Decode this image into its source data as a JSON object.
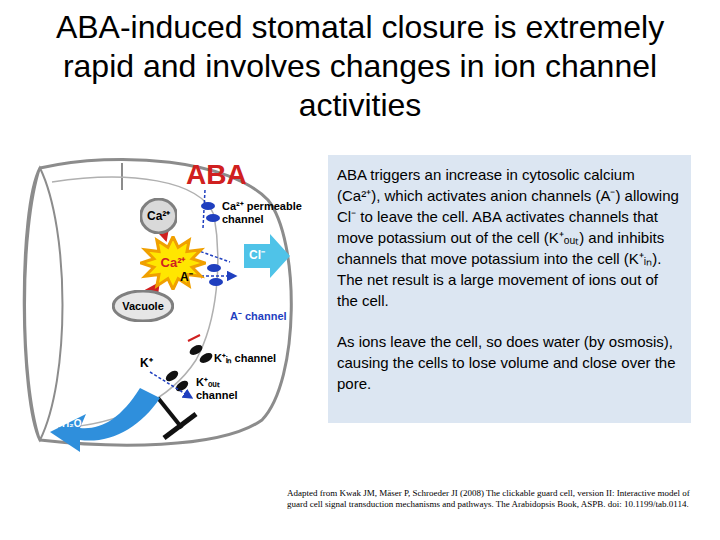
{
  "diagram": {
    "title": "ABA-induced stomatal closure is extremely rapid and involves changes in ion channel activities",
    "caption": "Adapted from Kwak JM, Mäser P, Schroeder JI (2008) The clickable guard cell, version II: Interactive model of guard cell signal transduction mechanisms and pathways. The Arabidopsis Book, ASPB. doi: 10.1199/tab.0114.",
    "nodes": [
      {
        "text": [
          "ABA triggers an increase in cytosolic calcium (Ca²⁺), which activates anion channels (A⁻) allowing Cl⁻ to leave the cell. ABA activates channels that move potassium out of the cell (K⁺ₒᵤₜ) and inhibits channels that move potassium into the cell (K⁺ᵢₙ). The net result is a large movement of ions out of the cell.",
          "As ions leave the cell, so does water (by osmosis), causing the cells to lose volume and close over the pore."
        ]
      },
      {
        "text": [
          "Ca²⁺"
        ]
      },
      {
        "text": [
          "Ca²⁺"
        ]
      },
      {
        "text": [
          "Vacuole"
        ]
      }
    ],
    "edges": [
      {
        "from": 1,
        "to": 2,
        "arrow": "to"
      },
      {
        "from": 3,
        "to": 2,
        "arrow": "to"
      }
    ],
    "labels": [
      "ABA",
      "Ca²⁺ permeable channel",
      "A⁻",
      "Cl⁻",
      "A⁻ channel",
      "K⁺",
      "K⁺ᵢₙ channel",
      "K⁺ₒᵤₜ channel",
      "H₂O"
    ]
  }
}
